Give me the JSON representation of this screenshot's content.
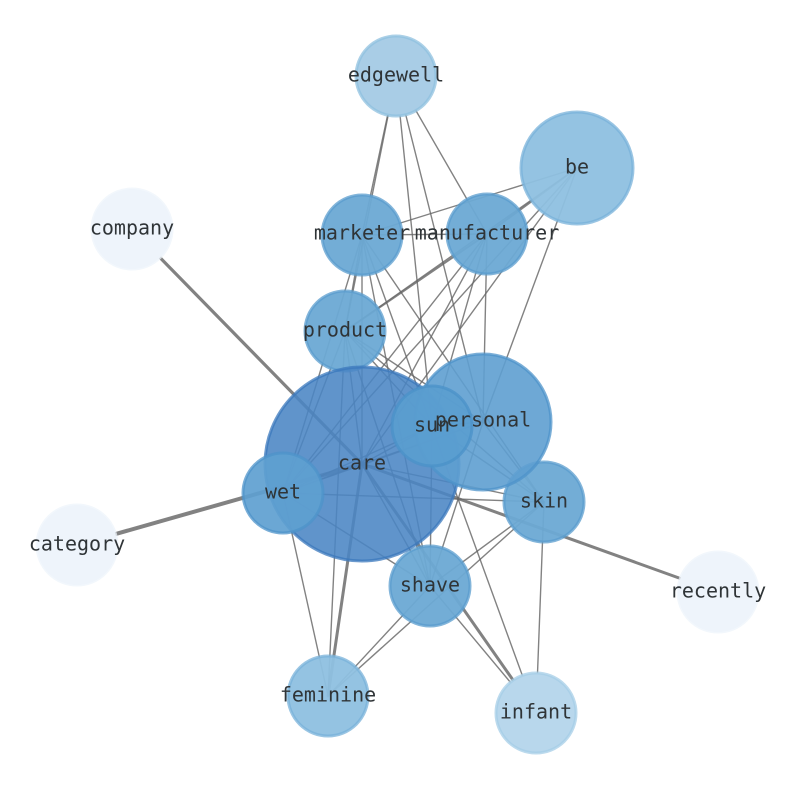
{
  "graph": {
    "nodes": [
      {
        "id": "edgewell",
        "label": "edgewell",
        "size": 40,
        "color": "#a9cde6",
        "ring": "#8fc0df",
        "opacity": 1
      },
      {
        "id": "be",
        "label": "be",
        "size": 56,
        "color": "#8ec0e0",
        "ring": "#78b2d9",
        "opacity": 0.95
      },
      {
        "id": "company",
        "label": "company",
        "size": 40,
        "color": "#eef4fb",
        "ring": "#eef4fb",
        "opacity": 1
      },
      {
        "id": "marketer",
        "label": "marketer",
        "size": 40,
        "color": "#6ba9d4",
        "ring": "#5a9ccd",
        "opacity": 0.95
      },
      {
        "id": "manufacturer",
        "label": "manufacturer",
        "size": 40,
        "color": "#6ba9d4",
        "ring": "#5a9ccd",
        "opacity": 0.95
      },
      {
        "id": "product",
        "label": "product",
        "size": 40,
        "color": "#6ba9d4",
        "ring": "#5a9ccd",
        "opacity": 0.95
      },
      {
        "id": "personal",
        "label": "personal",
        "size": 68,
        "color": "#5e9fd0",
        "ring": "#4e93c9",
        "opacity": 0.9
      },
      {
        "id": "sun",
        "label": "sun",
        "size": 40,
        "color": "#5a9dcf",
        "ring": "#4b91c8",
        "opacity": 0.9
      },
      {
        "id": "care",
        "label": "care",
        "size": 97,
        "color": "#4a85c4",
        "ring": "#3b78bc",
        "opacity": 0.88
      },
      {
        "id": "wet",
        "label": "wet",
        "size": 40,
        "color": "#5e9fd0",
        "ring": "#4e93c9",
        "opacity": 0.92
      },
      {
        "id": "skin",
        "label": "skin",
        "size": 40,
        "color": "#6ba9d4",
        "ring": "#5a9ccd",
        "opacity": 0.95
      },
      {
        "id": "category",
        "label": "category",
        "size": 40,
        "color": "#eef4fb",
        "ring": "#eef4fb",
        "opacity": 1
      },
      {
        "id": "shave",
        "label": "shave",
        "size": 40,
        "color": "#6ba9d4",
        "ring": "#5a9ccd",
        "opacity": 0.95
      },
      {
        "id": "recently",
        "label": "recently",
        "size": 40,
        "color": "#eef4fb",
        "ring": "#eef4fb",
        "opacity": 1
      },
      {
        "id": "feminine",
        "label": "feminine",
        "size": 40,
        "color": "#8ec0e0",
        "ring": "#78b2d9",
        "opacity": 0.95
      },
      {
        "id": "infant",
        "label": "infant",
        "size": 40,
        "color": "#b8d7ec",
        "ring": "#a6cde7",
        "opacity": 1
      }
    ],
    "edges": [
      [
        "company",
        "care",
        3.2
      ],
      [
        "category",
        "care",
        4.0
      ],
      [
        "care",
        "recently",
        3.0
      ],
      [
        "care",
        "infant",
        3.0
      ],
      [
        "care",
        "feminine",
        3.0
      ],
      [
        "product",
        "manufacturer",
        2.0
      ],
      [
        "manufacturer",
        "be",
        2.0
      ],
      [
        "edgewell",
        "marketer",
        1.4
      ],
      [
        "edgewell",
        "manufacturer",
        1.4
      ],
      [
        "edgewell",
        "product",
        1.4
      ],
      [
        "edgewell",
        "personal",
        1.4
      ],
      [
        "edgewell",
        "sun",
        1.4
      ],
      [
        "be",
        "marketer",
        1.4
      ],
      [
        "be",
        "care",
        1.4
      ],
      [
        "be",
        "personal",
        1.4
      ],
      [
        "be",
        "wet",
        1.4
      ],
      [
        "be",
        "product",
        1.4
      ],
      [
        "marketer",
        "manufacturer",
        1.4
      ],
      [
        "marketer",
        "product",
        1.4
      ],
      [
        "marketer",
        "care",
        1.4
      ],
      [
        "marketer",
        "skin",
        1.4
      ],
      [
        "marketer",
        "shave",
        1.4
      ],
      [
        "marketer",
        "wet",
        1.4
      ],
      [
        "manufacturer",
        "personal",
        1.4
      ],
      [
        "manufacturer",
        "care",
        1.4
      ],
      [
        "manufacturer",
        "wet",
        1.4
      ],
      [
        "manufacturer",
        "sun",
        1.4
      ],
      [
        "product",
        "personal",
        1.4
      ],
      [
        "product",
        "care",
        1.4
      ],
      [
        "product",
        "skin",
        1.4
      ],
      [
        "product",
        "shave",
        1.4
      ],
      [
        "product",
        "wet",
        1.4
      ],
      [
        "product",
        "sun",
        1.4
      ],
      [
        "personal",
        "care",
        1.4
      ],
      [
        "personal",
        "skin",
        1.4
      ],
      [
        "personal",
        "shave",
        1.4
      ],
      [
        "personal",
        "wet",
        1.4
      ],
      [
        "personal",
        "sun",
        1.4
      ],
      [
        "sun",
        "care",
        1.4
      ],
      [
        "sun",
        "skin",
        1.4
      ],
      [
        "sun",
        "shave",
        1.4
      ],
      [
        "sun",
        "wet",
        1.4
      ],
      [
        "care",
        "skin",
        1.4
      ],
      [
        "care",
        "shave",
        1.4
      ],
      [
        "care",
        "wet",
        1.4
      ],
      [
        "wet",
        "skin",
        1.4
      ],
      [
        "wet",
        "shave",
        1.4
      ],
      [
        "wet",
        "feminine",
        1.4
      ],
      [
        "skin",
        "shave",
        1.4
      ],
      [
        "skin",
        "feminine",
        1.4
      ],
      [
        "skin",
        "infant",
        1.4
      ],
      [
        "shave",
        "feminine",
        1.4
      ],
      [
        "shave",
        "infant",
        1.4
      ],
      [
        "feminine",
        "product",
        1.4
      ],
      [
        "infant",
        "marketer",
        1.4
      ]
    ]
  }
}
